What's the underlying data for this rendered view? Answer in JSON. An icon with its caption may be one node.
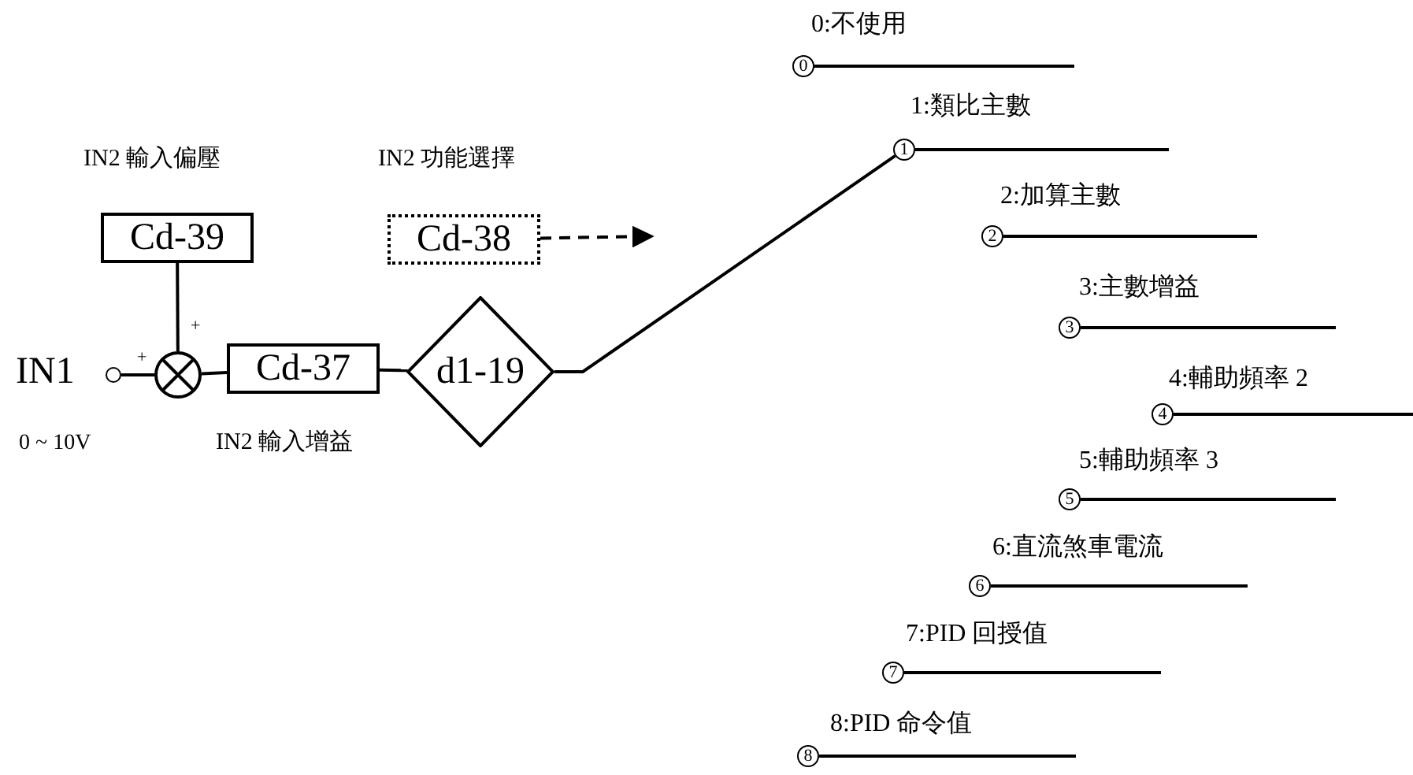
{
  "diagram": {
    "nodes": [
      {
        "text": [],
        "shape": "circle",
        "beside": [
          "IN1",
          "0 ~ 10V"
        ]
      },
      {
        "text": [],
        "shape": "circle"
      },
      {
        "text": [
          "IN2 輸入偏壓",
          "Cd-39"
        ]
      },
      {
        "text": [
          "IN2 功能選擇",
          "Cd-38"
        ]
      },
      {
        "text": [
          "Cd-37",
          "IN2 輸入增益"
        ]
      },
      {
        "text": [
          "d1-19"
        ]
      },
      {
        "text": [
          "0:不使用",
          "0"
        ]
      },
      {
        "text": [
          "1:類比主數",
          "1"
        ]
      },
      {
        "text": [
          "2:加算主數",
          "2"
        ]
      },
      {
        "text": [
          "3:主數增益",
          "3"
        ]
      },
      {
        "text": [
          "4:輔助頻率 2",
          "4"
        ]
      },
      {
        "text": [
          "5:輔助頻率 3",
          "5"
        ]
      },
      {
        "text": [
          "6:直流煞車電流",
          "6"
        ]
      },
      {
        "text": [
          "7:PID 回授值",
          "7"
        ]
      },
      {
        "text": [
          "8:PID 命令值",
          "8"
        ]
      }
    ],
    "edges": [
      {
        "from": 0,
        "to": 1,
        "arrow": "none"
      },
      {
        "from": 2,
        "to": 1,
        "arrow": "none"
      },
      {
        "from": 1,
        "to": 4,
        "arrow": "none"
      },
      {
        "from": 4,
        "to": 5,
        "arrow": "none"
      },
      {
        "from": 3,
        "to": null,
        "arrow": "to",
        "style": "dashed"
      },
      {
        "from": 5,
        "to": 7,
        "arrow": "none"
      },
      {
        "from": 6,
        "to": null,
        "arrow": "none"
      },
      {
        "from": 7,
        "to": null,
        "arrow": "none"
      },
      {
        "from": 8,
        "to": null,
        "arrow": "none"
      },
      {
        "from": 9,
        "to": null,
        "arrow": "none"
      },
      {
        "from": 10,
        "to": null,
        "arrow": "none"
      },
      {
        "from": 11,
        "to": null,
        "arrow": "none"
      },
      {
        "from": 12,
        "to": null,
        "arrow": "none"
      },
      {
        "from": 13,
        "to": null,
        "arrow": "none"
      },
      {
        "from": 14,
        "to": null,
        "arrow": "none"
      }
    ],
    "labels": [
      "+",
      "+"
    ]
  }
}
